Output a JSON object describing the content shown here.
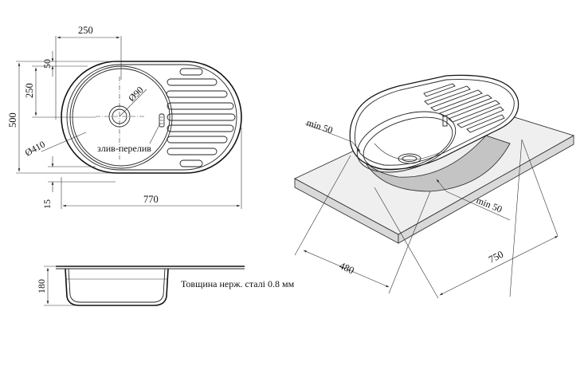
{
  "top_view": {
    "dim_width_half": "250",
    "dim_flange_top": "50",
    "dim_bowl_half": "250",
    "dim_depth_total": "500",
    "dim_bottom": "15",
    "dim_length": "770",
    "dim_drain": "Ø90",
    "dim_bowl_diameter": "Ø410",
    "overflow_label": "злив-перелив"
  },
  "side_view": {
    "dim_depth": "180",
    "note": "Товщина нерж. сталі 0.8 мм"
  },
  "iso_view": {
    "min_left": "min 50",
    "min_right": "min 50",
    "dim_cutout_depth": "480",
    "dim_cutout_length": "750"
  }
}
